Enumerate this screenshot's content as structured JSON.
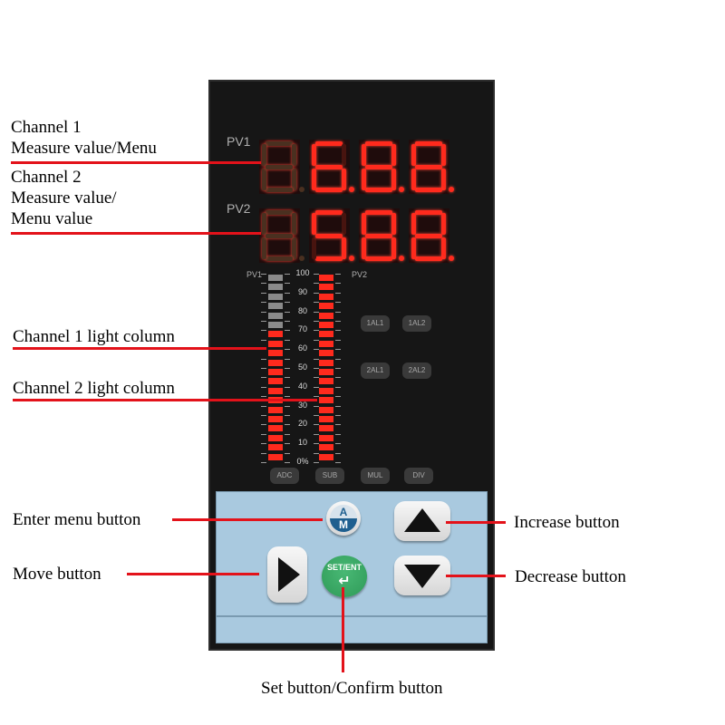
{
  "device": {
    "pv1_label": "PV1",
    "pv2_label": "PV2",
    "pv1_display": [
      "8.",
      "6.",
      "8.",
      "8."
    ],
    "pv2_display": [
      "8.",
      "5.",
      "8.",
      "8."
    ],
    "bar": {
      "left_label": "PV1",
      "right_label": "PV2",
      "scale_labels": [
        "100",
        "90",
        "80",
        "70",
        "60",
        "50",
        "40",
        "30",
        "20",
        "10",
        "0%"
      ],
      "channel1_level_percent": 70,
      "channel2_level_percent": 100
    },
    "indicators": [
      "1AL1",
      "1AL2",
      "2AL1",
      "2AL2"
    ],
    "bottom_indicators": [
      "ADC",
      "SUB",
      "MUL",
      "DIV"
    ],
    "keys": {
      "am_top": "A",
      "am_bottom": "M",
      "set_label": "SET/ENT",
      "set_glyph": "↵"
    }
  },
  "annotations": {
    "ch1_line1": "Channel 1",
    "ch1_line2": "Measure value/Menu",
    "ch2_line1": "Channel 2",
    "ch2_line2": "Measure value/",
    "ch2_line3": "Menu value",
    "ch1_column": "Channel 1 light column",
    "ch2_column": "Channel 2 light column",
    "enter_menu": "Enter menu  button",
    "move": "Move button",
    "increase": "Increase button",
    "decrease": "Decrease button",
    "set_confirm": "Set button/Confirm button"
  },
  "colors": {
    "led_on": "#ff2a1d",
    "keypad": "#a9c9df",
    "set_key": "#2f9a58",
    "am_key": "#1f5f8f",
    "annotation_line": "#e3121a"
  }
}
